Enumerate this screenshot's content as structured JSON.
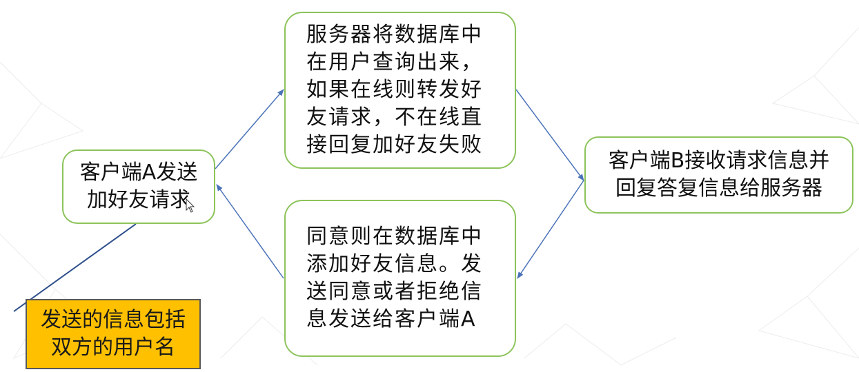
{
  "nodes": {
    "client_a_send": "客户端A发送\n加好友请求",
    "server_lookup": "服务器将数据库中\n在用户查询出来，\n如果在线则转发好\n友请求，不在线直\n接回复加好友失败",
    "client_b_reply": "客户端B接收请求信息并\n回复答复信息给服务器",
    "server_store": "同意则在数据库中\n添加好友信息。发\n送同意或者拒绝信\n息发送给客户端A"
  },
  "note": {
    "text": "发送的信息包括\n双方的用户名",
    "fill_color": "#ffc000"
  },
  "colors": {
    "node_border": "#8cc35a",
    "arrow": "#4a72b8",
    "note_connector": "#2e4f8c"
  }
}
